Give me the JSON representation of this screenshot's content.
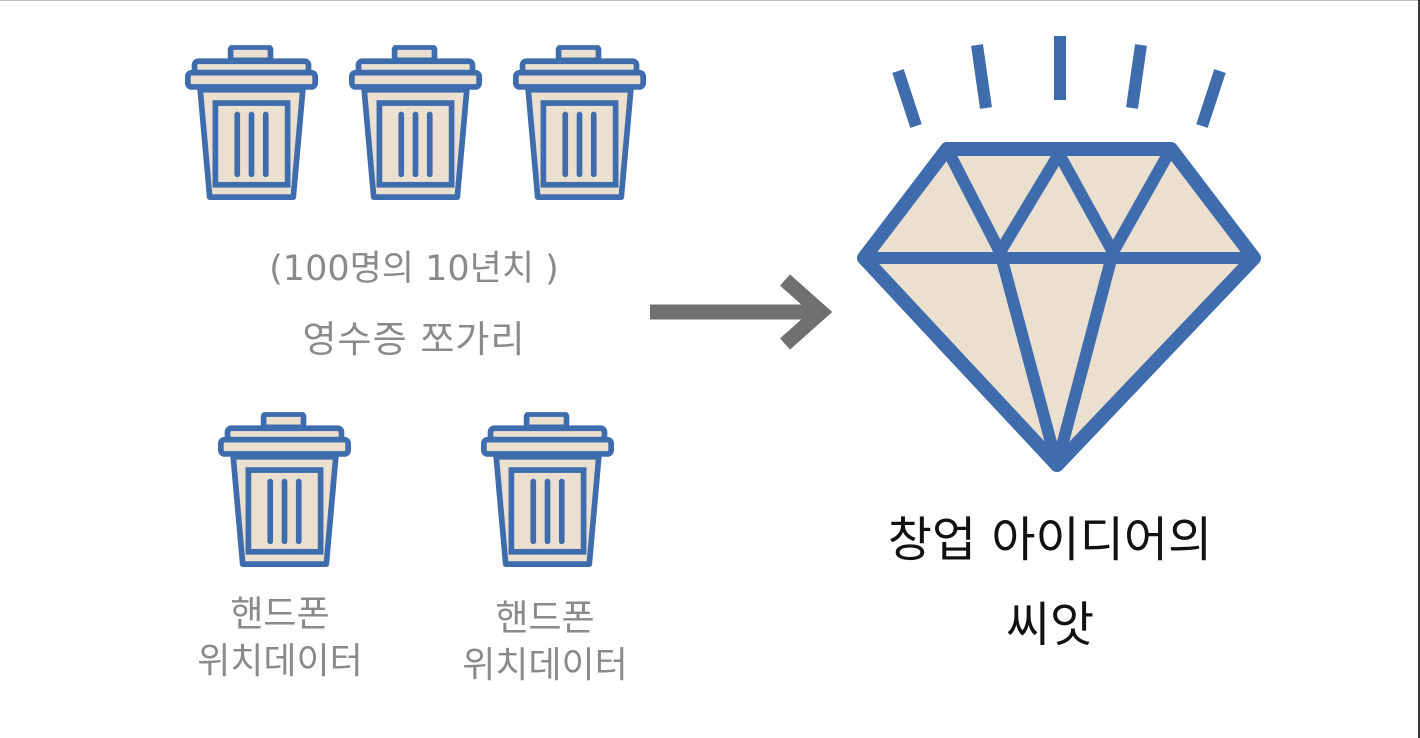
{
  "receipts": {
    "line1": "(100명의 10년치 )",
    "line2": "영수증 쪼가리"
  },
  "phone_left": {
    "line1": "핸드폰",
    "line2": "위치데이터"
  },
  "phone_right": {
    "line1": "핸드폰",
    "line2": "위치데이터"
  },
  "result": {
    "line1": "창업 아이디어의",
    "line2": "씨앗"
  },
  "icons": {
    "trash": "trash-can-icon",
    "arrow": "arrow-right-icon",
    "diamond": "diamond-icon"
  },
  "colors": {
    "stroke": "#3f6cad",
    "fill": "#ebe0d0",
    "arrow": "#707070",
    "label_gray": "#8a8a8a",
    "label_dark": "#111111"
  }
}
